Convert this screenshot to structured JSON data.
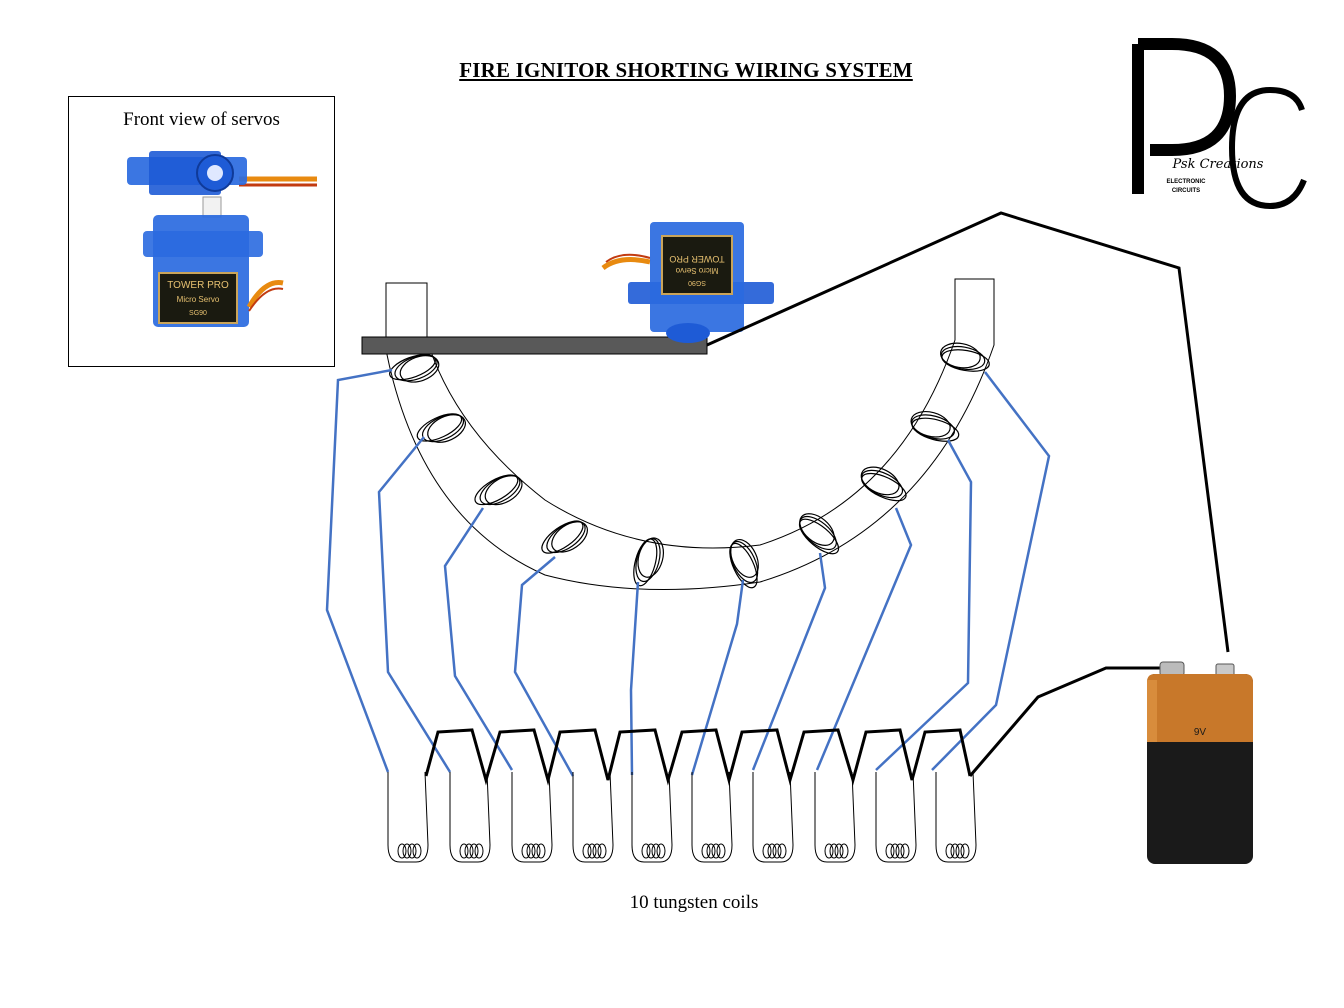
{
  "title": "FIRE IGNITOR SHORTING WIRING SYSTEM",
  "inset": {
    "caption": "Front view of servos"
  },
  "coils_caption": "10 tungsten coils",
  "servo": {
    "brand": "TOWER PRO",
    "model": "Micro Servo",
    "part": "SG90"
  },
  "battery": {
    "label": "9V"
  },
  "logo": {
    "letters": "PC",
    "name": "Psk Creations",
    "tagline_line1": "ELECTRONIC",
    "tagline_line2": "CIRCUITS"
  },
  "colors": {
    "blue_wire": "#4472c4",
    "black_wire": "#000000",
    "servo_blue": "#1e5bd6",
    "battery_copper": "#c8782a",
    "arm": "#595959"
  }
}
